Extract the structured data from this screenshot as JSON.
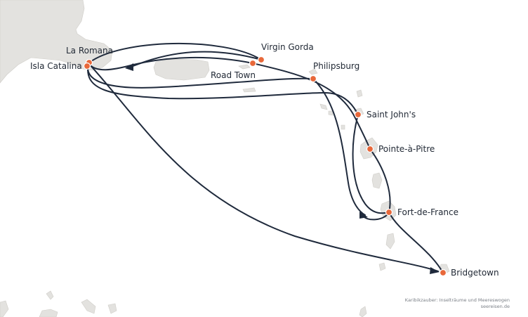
{
  "map": {
    "colors": {
      "land": "#e3e2df",
      "route": "#1f2a3c",
      "port": "#e8683a",
      "water": "#ffffff"
    },
    "ports": [
      {
        "name": "La Romana"
      },
      {
        "name": "Isla Catalina"
      },
      {
        "name": "Virgin Gorda"
      },
      {
        "name": "Road Town"
      },
      {
        "name": "Philipsburg"
      },
      {
        "name": "Saint John's"
      },
      {
        "name": "Pointe-à-Pitre"
      },
      {
        "name": "Fort-de-France"
      },
      {
        "name": "Bridgetown"
      }
    ]
  },
  "credit": {
    "line1": "Karibikzauber: Inselträume und Meereswogen",
    "line2": "seereisen.de"
  }
}
